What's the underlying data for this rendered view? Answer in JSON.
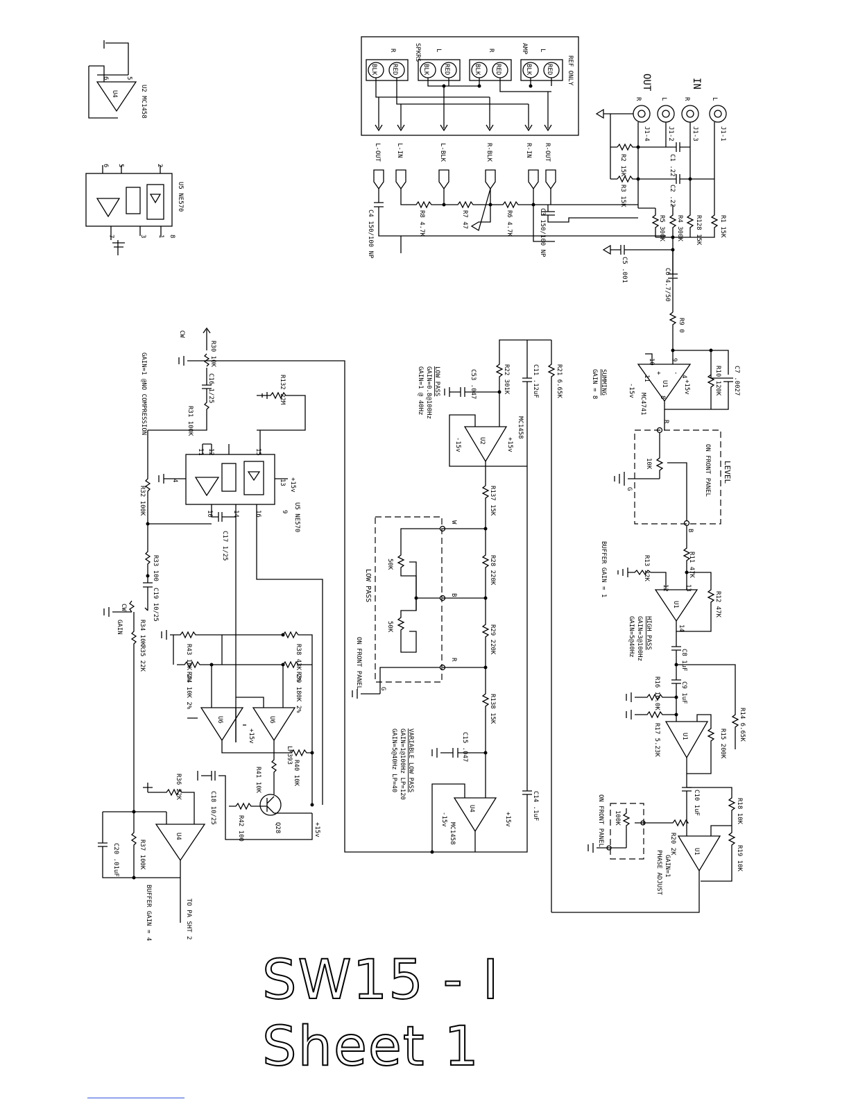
{
  "sheet": {
    "title_line1": "SW15 - I",
    "title_line2": "Sheet 1"
  },
  "labels": {
    "u2_ref": "U2 MC1458",
    "u4_sm": "U4",
    "u5_ref": "U5 NE570",
    "ref_only": "REF ONLY",
    "amp": "AMP",
    "spkrs": "SPKRS",
    "out": "OUT",
    "in": "IN",
    "blk": "BLK",
    "red": "RED",
    "L": "L",
    "R": "R",
    "j1_1": "J1-1",
    "j1_2": "J1-2",
    "j1_3": "J1-3",
    "j1_4": "J1-4",
    "l_out": "L-OUT",
    "l_in": "L-IN",
    "l_blk": "L-BLK",
    "r_blk": "R-BLK",
    "r_in": "R-IN",
    "r_out": "R-OUT",
    "r1": "R1 15K",
    "r2": "R2 15K",
    "r3": "R3 15K",
    "r128": "R128 15K",
    "r4": "R4 300K",
    "r5": "R5 300K",
    "c1": "C1 .22",
    "c2": "C2 .22",
    "c3": "C3 150/100 NP",
    "c4": "C4 150/100 NP",
    "r6": "R6 4.7K",
    "r7": "R7 47",
    "r8": "R8 4.7K",
    "c5": "C5 .001",
    "c6": "C6 4.7/50",
    "r9": "R9 0",
    "summing": "SUMMING",
    "gain8": "GAIN = 8",
    "u1_mc4741": "MC4741",
    "u1": "U1",
    "r10": "R10 120K",
    "c7": "C7 .0027",
    "p15v": "+15v",
    "m15v": "-15v",
    "level": "LEVEL",
    "on_front_panel": "ON FRONT PANEL",
    "pot10k": "10K",
    "buffer_gain1": "BUFFER GAIN = 1",
    "r11": "R11 47K",
    "r12": "R12 47K",
    "r13": "R13 22K",
    "high_pass": "HIGH PASS",
    "hp_gain1": "GAIN=3@100Hz",
    "hp_gain2": "GAIN=5@40Hz",
    "c8": "C8 1uF",
    "c9": "C9 1uF",
    "r14": "R14 6.65K",
    "r15": "R15 200K",
    "r16": "R16 10.0K",
    "r17": "R17 5.23K",
    "c10": "C10 1uF",
    "r18": "R18 10K",
    "r19": "R19 10K",
    "r20": "R20 2K",
    "pot100k": "100K",
    "phase_adjust": "PHASE ADJUST",
    "gain1": "GAIN=1",
    "low_pass": "LOW PASS",
    "lp_gain1": "GAIN=0.8@100Hz",
    "lp_gain2": "GAIN=1 @ 40Hz",
    "r21": "R21 6.65K",
    "r22": "R22 301K",
    "c11": "C11 .12uF",
    "c53": "C53 .047",
    "u2_mc1458": "MC1458",
    "u2": "U2",
    "r137": "R137 15K",
    "r28": "R28 220K",
    "r29": "R29 220K",
    "r138": "R138 15K",
    "pot50k": "50K",
    "lp_panel": "LOW PASS",
    "var_low_pass": "VARIABLE LOW PASS",
    "vlp_gain1": "GAIN=1@100Hz LP=120",
    "vlp_gain2": "GAIN=5@40Hz LP=40",
    "c15": "C15 .047",
    "c14": "C14 .1uF",
    "u4_mc1458": "MC1458",
    "u4": "U4",
    "cw": "CW",
    "r30": "R30 10K",
    "gain1_no_comp": "GAIN=1 @NO COMPRESSION",
    "r132": "R132 22M",
    "c16": "C16 1/25",
    "r31": "R31 100K",
    "r32": "R32 100K",
    "u5": "U5 NE570",
    "c17": "C17 1/25",
    "r33": "R33 100",
    "c19": "C19 10/25",
    "r34": "R34 10K",
    "gain": "GAIN",
    "r35": "R35 22K",
    "r43": "R43 10K 2%",
    "r44": "R44 10K 2%",
    "r38": "R38 43K 2%",
    "r39": "R39 180K 2%",
    "u6": "U6",
    "lm393": "LM393",
    "r40": "R40 10K",
    "r41": "R41 10K",
    "r42": "R42 100",
    "q28": "Q28",
    "c18": "C18 10/25",
    "r36": "R36 22K",
    "r37": "R37 100K",
    "c20": "C20 .01uF",
    "buffer_gain4": "BUFFER GAIN = 4",
    "to_pa": "TO PA SHT 2",
    "w": "W",
    "b": "B",
    "g": "G"
  }
}
